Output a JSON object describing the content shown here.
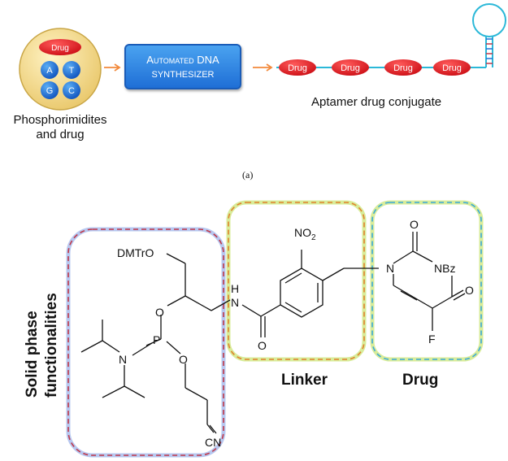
{
  "top": {
    "circle_drug_label": "Drug",
    "bases": [
      "A",
      "T",
      "G",
      "C"
    ],
    "circle_caption_line1": "Phosphorimidites",
    "circle_caption_line2": "and drug",
    "synthesizer_line1": "Automated DNA",
    "synthesizer_line2": "synthesizer",
    "chain_drug_labels": [
      "Drug",
      "Drug",
      "Drug",
      "Drug"
    ],
    "conjugate_caption": "Aptamer drug conjugate",
    "colors": {
      "drug_red": "#e3111a",
      "base_blue": "#1f6fd6",
      "circle_gold": "#f3d98a",
      "arrow_orange": "#f28a3c",
      "linker_cyan": "#2bb8d8"
    }
  },
  "panel_label": "(a)",
  "molecule": {
    "atoms": {
      "dmtro": "DMTrO",
      "o_ester": "O",
      "p": "P",
      "o_p": "O",
      "n_amine": "N",
      "h": "H",
      "n_amide": "N",
      "o_carbonyl": "O",
      "no2": "NO",
      "no2_sub": "2",
      "n1": "N",
      "o_top": "O",
      "nbz": "NBz",
      "o_right": "O",
      "f": "F",
      "cn": "CN"
    },
    "groups": {
      "solid_phase_line1": "Solid phase",
      "solid_phase_line2": "functionalities",
      "linker": "Linker",
      "drug": "Drug"
    },
    "box_colors": {
      "solid_outer": "#b7c8f0",
      "solid_inner": "#c0394a",
      "linker_outer": "#d8ec9a",
      "linker_inner": "#e0822c",
      "drug_outer": "#d8ec9a",
      "drug_inner": "#3aa8d8"
    }
  }
}
